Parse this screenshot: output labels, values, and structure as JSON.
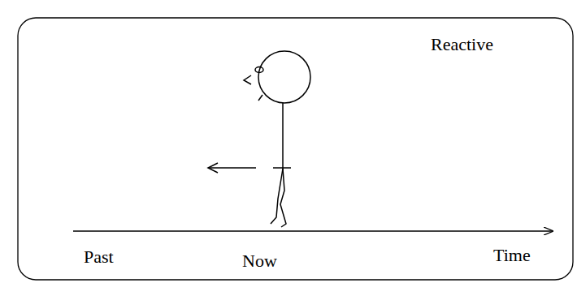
{
  "diagram": {
    "labels": [
      "Reactive",
      "Past",
      "Now",
      "Time"
    ]
  }
}
